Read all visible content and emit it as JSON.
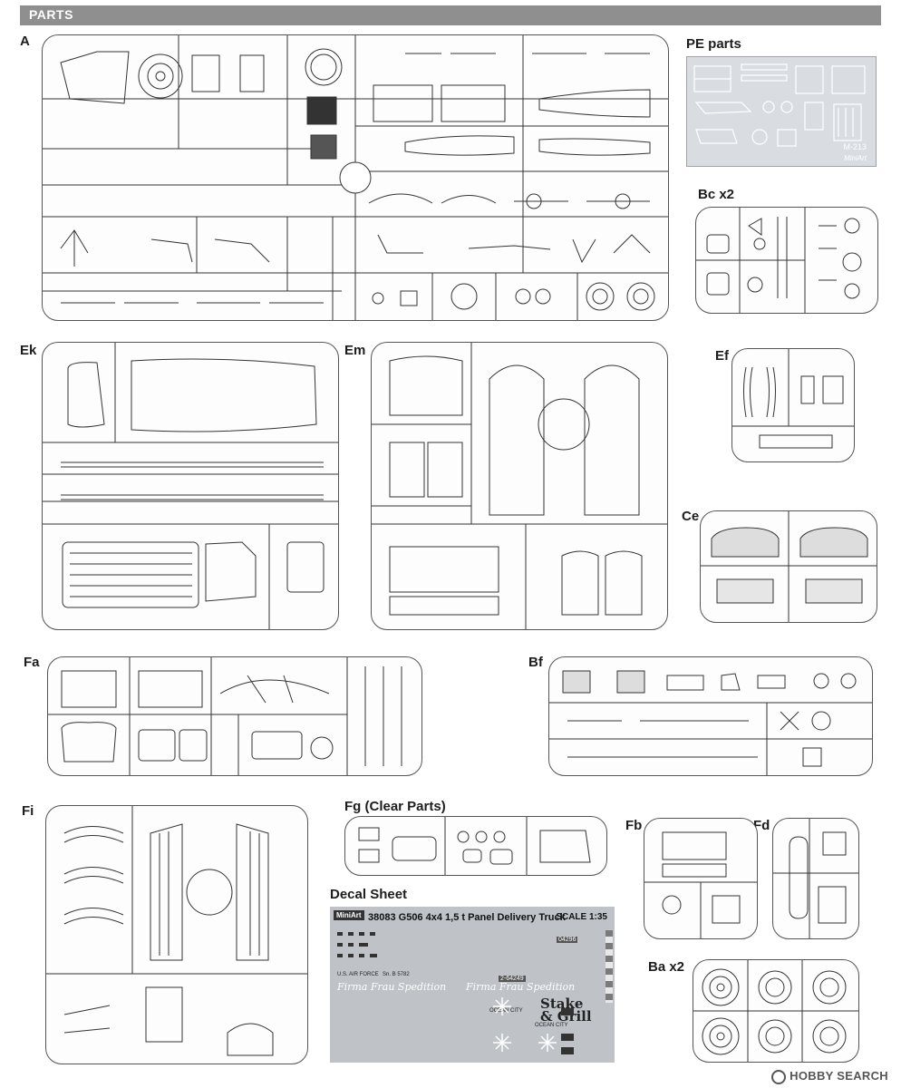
{
  "header": {
    "title": "PARTS"
  },
  "labels": {
    "A": "A",
    "PE": "PE parts",
    "Bc": "Bc x2",
    "Ek": "Ek",
    "Em": "Em",
    "Ef": "Ef",
    "Ce": "Ce",
    "Fa": "Fa",
    "Bf": "Bf",
    "Fi": "Fi",
    "Fg": "Fg  (Clear Parts)",
    "Fb": "Fb",
    "Fd": "Fd",
    "Ba": "Ba x2",
    "Decal": "Decal Sheet"
  },
  "pe": {
    "code": "M-213",
    "brand": "MiniArt"
  },
  "decal": {
    "brand": "MiniArt",
    "title": "38083 G506 4x4 1,5 t Panel Delivery Truck",
    "scale": "SCALE 1:35",
    "usaf": "U.S. AIR FORCE",
    "serial": "Sn. B 5782",
    "script1": "Firma Frau Spedition",
    "script2": "Firma Frau Spedition",
    "stake": "Stake",
    "grill": "& Grill",
    "plate": "2-64249",
    "plate2": "04296",
    "ocean": "OCEAN CITY"
  },
  "watermark": "HOBBY SEARCH"
}
